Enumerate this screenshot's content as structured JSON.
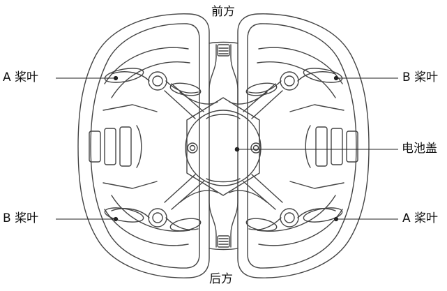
{
  "labels": {
    "front": "前方",
    "back": "后方",
    "top_left": "A 桨叶",
    "top_right": "B 桨叶",
    "bottom_left": "B 桨叶",
    "bottom_right": "A 桨叶",
    "battery_cover": "电池盖"
  },
  "colors": {
    "outline": "#444444",
    "leader": "#222222",
    "text": "#111111"
  }
}
